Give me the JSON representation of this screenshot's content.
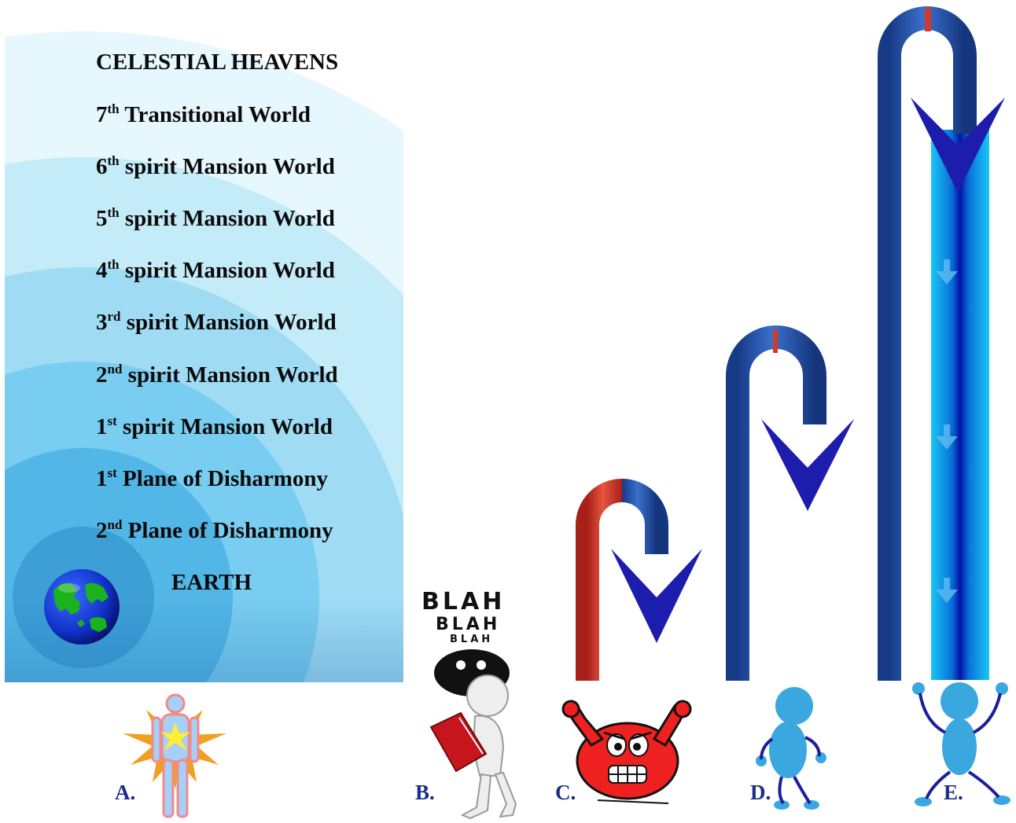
{
  "heading": "CELESTIAL HEAVENS",
  "levels": [
    {
      "num": "7",
      "sup": "th",
      "name": " Transitional World"
    },
    {
      "num": "6",
      "sup": "th",
      "name": " spirit Mansion World"
    },
    {
      "num": "5",
      "sup": "th",
      "name": " spirit Mansion World"
    },
    {
      "num": "4",
      "sup": "th",
      "name": " spirit Mansion World"
    },
    {
      "num": "3",
      "sup": "rd",
      "name": " spirit Mansion World"
    },
    {
      "num": "2",
      "sup": "nd",
      "name": " spirit Mansion World"
    },
    {
      "num": "1",
      "sup": "st",
      "name": "  spirit Mansion World"
    },
    {
      "num": "1",
      "sup": "st",
      "name": " Plane of Disharmony"
    },
    {
      "num": "2",
      "sup": "nd",
      "name": " Plane of Disharmony"
    }
  ],
  "earth": "EARTH",
  "blah": [
    "BLAH",
    "BLAH",
    "BLAH"
  ],
  "figures": [
    {
      "letter": "A.",
      "icon": "radiant-human-icon"
    },
    {
      "letter": "B.",
      "icon": "reading-figure-icon"
    },
    {
      "letter": "C.",
      "icon": "angry-face-icon"
    },
    {
      "letter": "D.",
      "icon": "blue-stick-figure-icon"
    },
    {
      "letter": "E.",
      "icon": "cheering-stick-figure-icon"
    }
  ],
  "colors": {
    "arrow_blue": "#1f4fa3",
    "arrow_red": "#d03a2a",
    "arrow_head": "#1c1cad",
    "beam": "#19c6f5"
  }
}
